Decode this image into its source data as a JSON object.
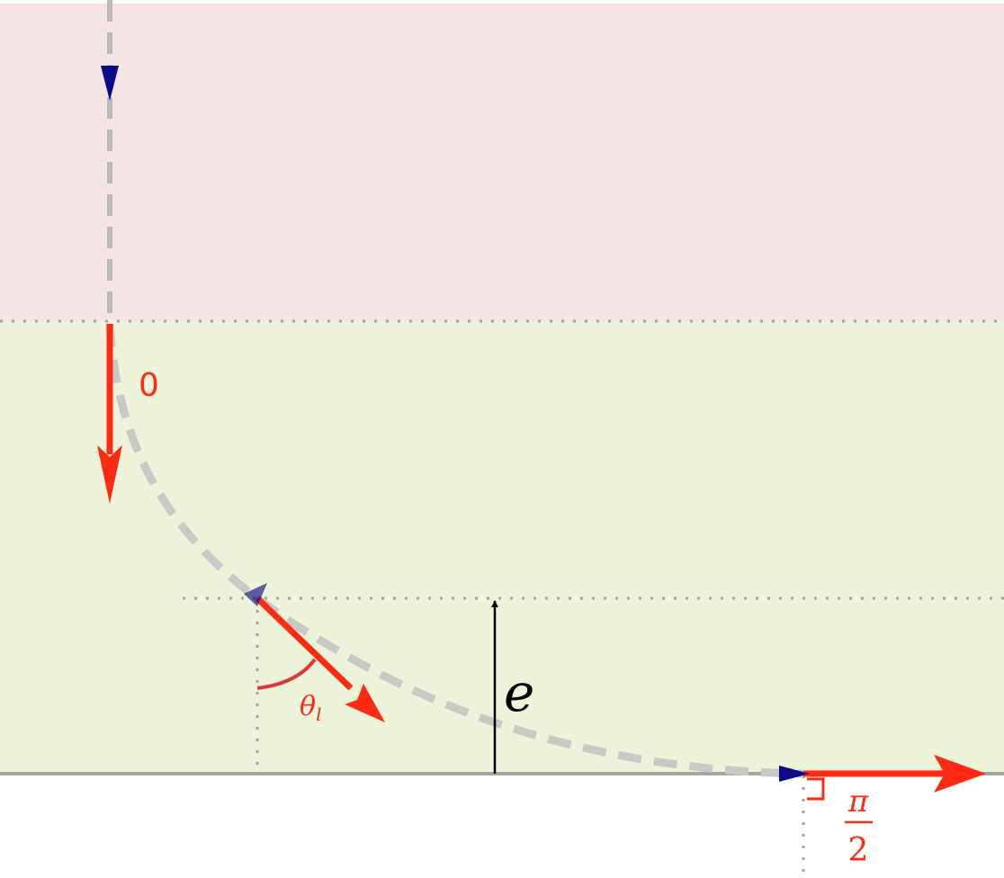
{
  "labels": {
    "incident_angle": "0",
    "local_angle": "θ",
    "local_angle_subscript": "l",
    "thickness": "e",
    "exit_angle_numerator": "π",
    "exit_angle_denominator": "2"
  },
  "colors": {
    "upper_region": "#f6e3e3",
    "lower_region": "#eef4d9",
    "below_region": "#ffffff",
    "ray_path": "#c8c8c4",
    "incident_line": "#b9b9b9",
    "direction_arrow": "#ff2a12",
    "flow_marker": "#0a0a8a",
    "guide_dotted": "#a0a0a0",
    "interface_line": "#a4a8a0",
    "thickness_arrow": "#000000",
    "angle_arc": "#e03838"
  }
}
